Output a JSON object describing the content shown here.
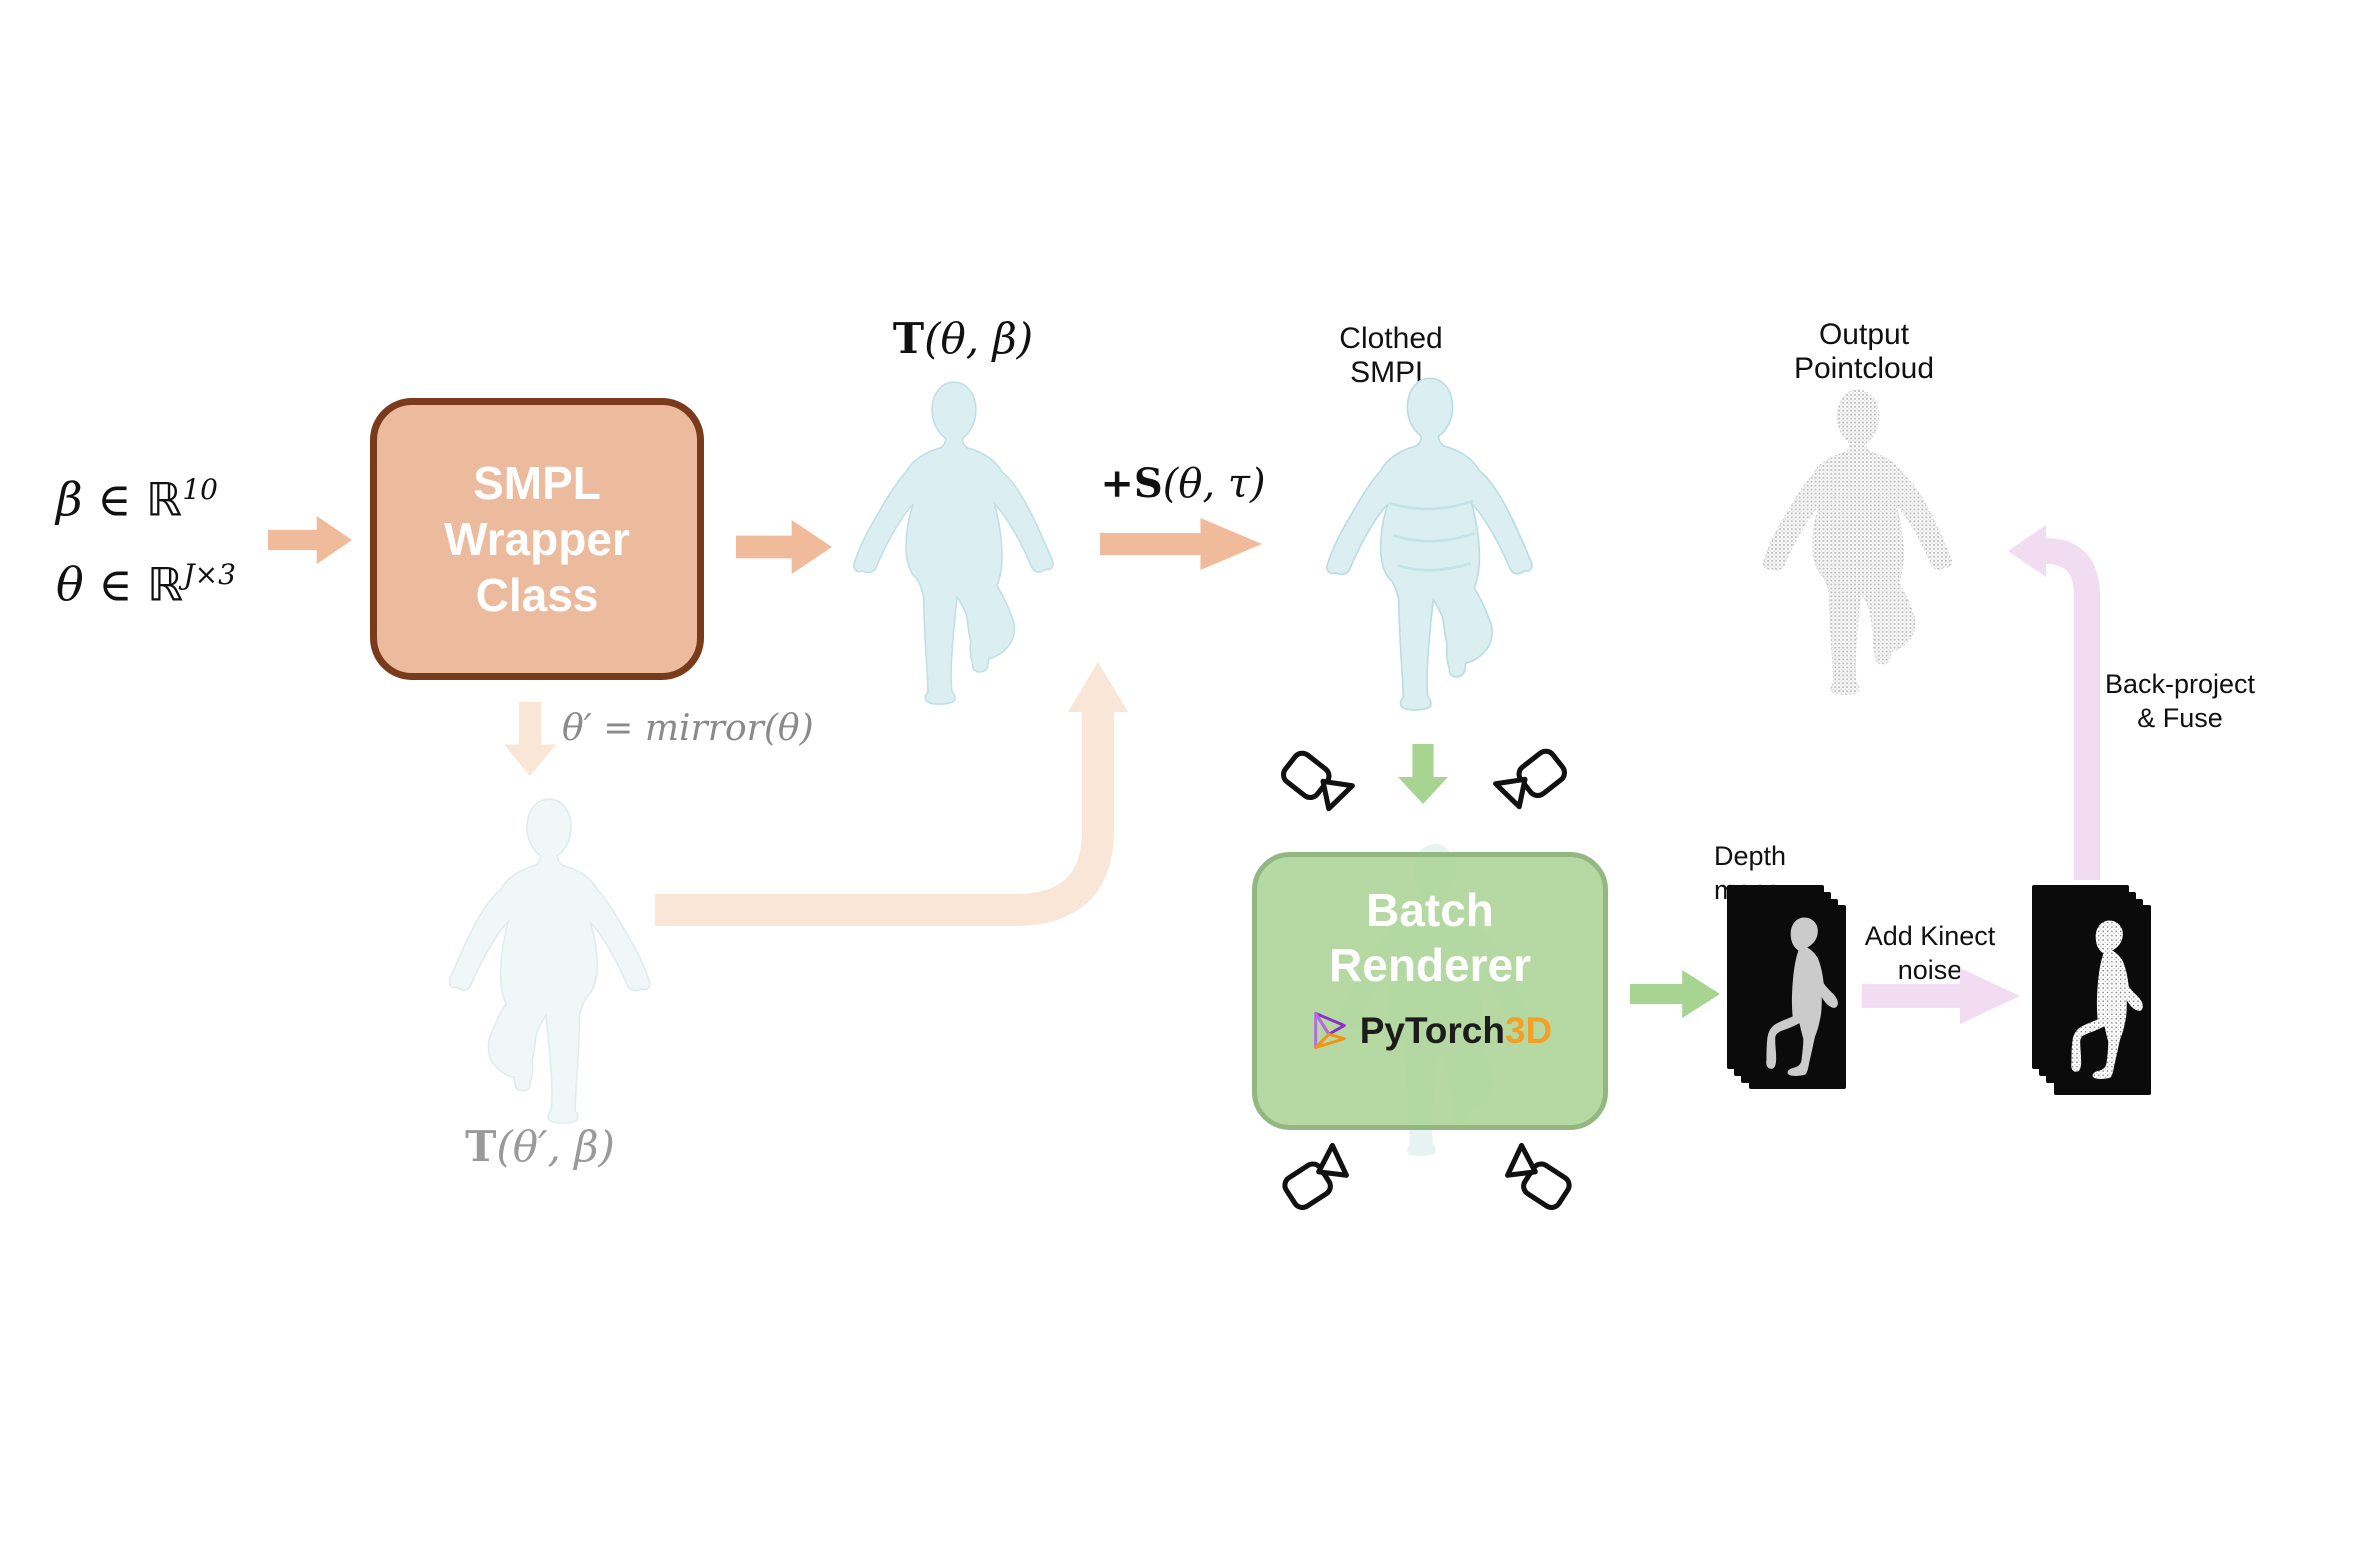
{
  "inputs": {
    "beta_base": "β ∈ ℝ",
    "beta_sup": "10",
    "theta_base": "θ ∈ ℝ",
    "theta_sup": "J×3"
  },
  "smpl_box": {
    "label": "SMPL Wrapper Class"
  },
  "t_pose": {
    "bold": "T",
    "rest": "(θ, β)"
  },
  "shape_offset": {
    "bold": "+S",
    "rest": "(θ, τ)"
  },
  "mirror": {
    "equation": "θ′ = mirror(θ)",
    "pose_bold": "T",
    "pose_rest": "(θ′, β)"
  },
  "clothed": {
    "label": "Clothed SMPL"
  },
  "output": {
    "label": "Output Pointcloud"
  },
  "renderer_box": {
    "label": "Batch Renderer",
    "logo_text": "PyTorch",
    "logo_suffix": "3D"
  },
  "depth": {
    "label": "Depth maps"
  },
  "noise": {
    "label": "Add Kinect noise"
  },
  "backproject": {
    "label": "Back-project & Fuse"
  },
  "icons": {
    "camera": "video-camera-outline",
    "pytorch3d_logo": "folded-kite-outline"
  },
  "colors": {
    "salmon_arrow": "#f0bb9a",
    "salmon_pale_arrow": "#fae6d7",
    "smpl_box_fill": "#ecbb9e",
    "smpl_box_border": "#7a3b1c",
    "green_box_fill": "#abd396",
    "green_box_border": "#93b781",
    "green_arrow": "#a7d491",
    "pink_arrow": "#f2dcf2",
    "body_mesh": "#dbeef2",
    "gray_text": "#8a8a8a",
    "logo_orange": "#f2a127"
  }
}
